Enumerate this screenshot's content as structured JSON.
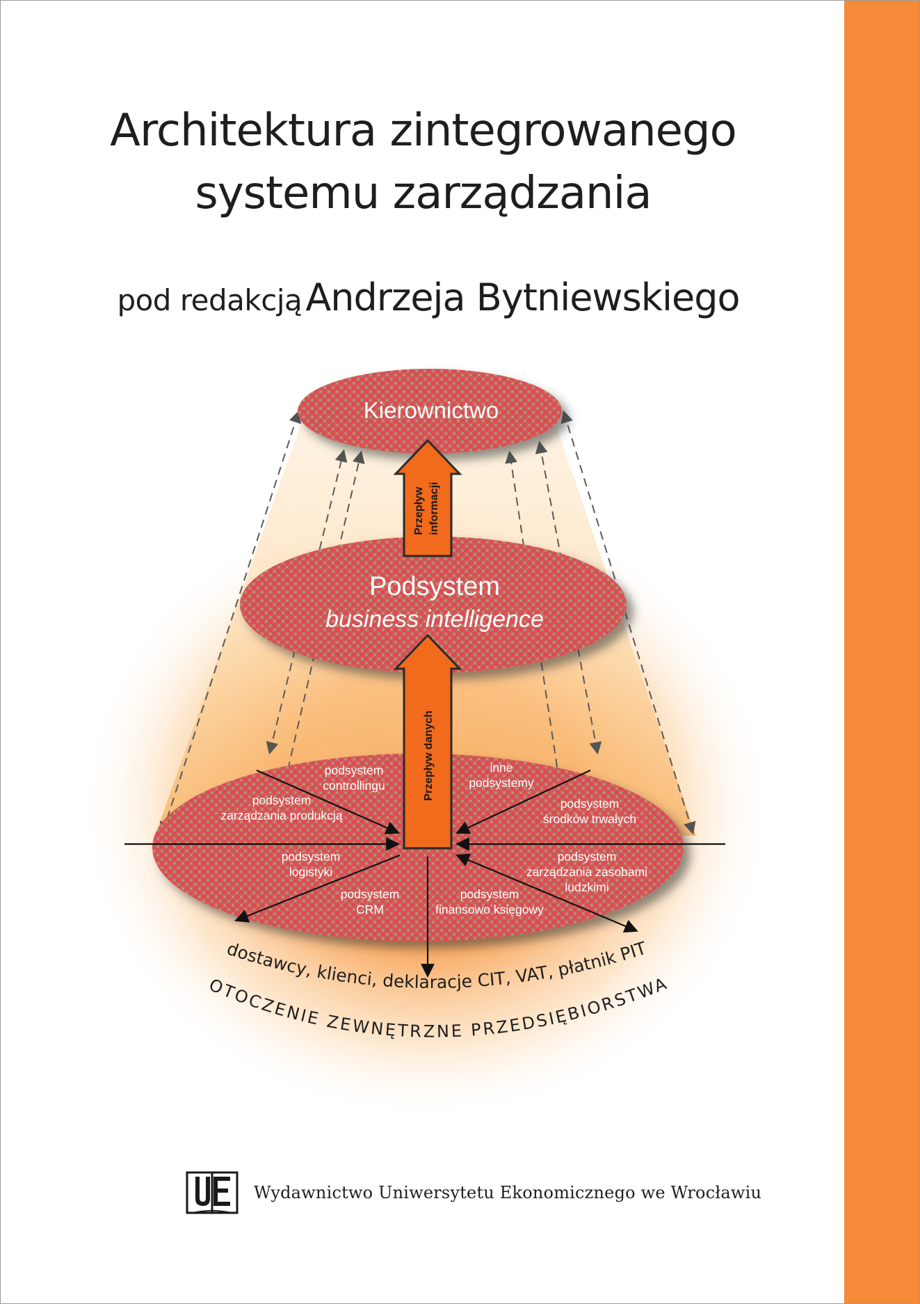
{
  "cover": {
    "title_line1": "Architektura zintegrowanego",
    "title_line2": "systemu zarządzania",
    "editor_prefix": "pod redakcją",
    "editor_name": "Andrzeja Bytniewskiego"
  },
  "diagram": {
    "top": "Kierownictwo",
    "middle_line1": "Podsystem",
    "middle_line2": "business intelligence",
    "arrow_upper_line1": "Przepływ",
    "arrow_upper_line2": "informacji",
    "arrow_lower": "Przepływ danych",
    "subsystems": {
      "controlling": [
        "podsystem",
        "controllingu"
      ],
      "inne": [
        "inne",
        "podsystemy"
      ],
      "produkcja": [
        "podsystem",
        "zarządzania produkcją"
      ],
      "srodki": [
        "podsystem",
        "środków trwałych"
      ],
      "logistyka": [
        "podsystem",
        "logistyki"
      ],
      "kadry": [
        "podsystem",
        "zarządzania zasobami",
        "ludzkimi"
      ],
      "crm": [
        "podsystem",
        "CRM"
      ],
      "finanse": [
        "podsystem",
        "finansowo księgowy"
      ]
    },
    "arc_outer": "dostawcy, klienci, deklaracje CIT, VAT, płatnik PIT",
    "arc_inner": "OTOCZENIE ZEWNĘTRZNE PRZEDSIĘBIORSTWA"
  },
  "publisher": {
    "logo_text": "UE",
    "name": "Wydawnictwo Uniwersytetu Ekonomicznego we Wrocławiu"
  },
  "colors": {
    "spine": "#f58a38",
    "arrow": "#f26a1b",
    "ellipse": "#c9645b",
    "dots": "#e2465a",
    "glow": "#f7a04a"
  }
}
